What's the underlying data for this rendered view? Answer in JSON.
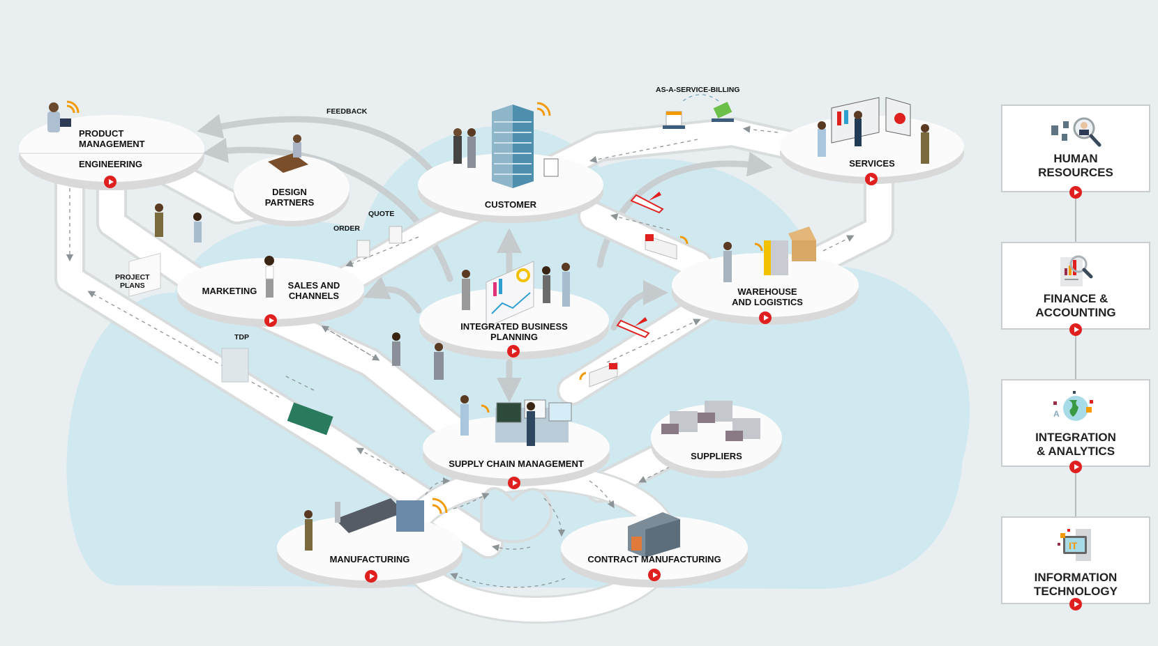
{
  "diagram": {
    "nodes": [
      {
        "id": "product-management",
        "label": "PRODUCT\nMANAGEMENT",
        "sublabel": "ENGINEERING"
      },
      {
        "id": "design-partners",
        "label": "DESIGN\nPARTNERS"
      },
      {
        "id": "customer",
        "label": "CUSTOMER"
      },
      {
        "id": "services",
        "label": "SERVICES"
      },
      {
        "id": "marketing",
        "label": "MARKETING"
      },
      {
        "id": "sales-and-channels",
        "label": "SALES AND\nCHANNELS"
      },
      {
        "id": "integrated-business-planning",
        "label": "INTEGRATED BUSINESS\nPLANNING"
      },
      {
        "id": "warehouse-and-logistics",
        "label": "WAREHOUSE\nAND LOGISTICS"
      },
      {
        "id": "supply-chain-management",
        "label": "SUPPLY CHAIN MANAGEMENT"
      },
      {
        "id": "suppliers",
        "label": "SUPPLIERS"
      },
      {
        "id": "manufacturing",
        "label": "MANUFACTURING"
      },
      {
        "id": "contract-manufacturing",
        "label": "CONTRACT MANUFACTURING"
      }
    ],
    "flow_labels": {
      "feedback": "FEEDBACK",
      "as_a_service_billing": "AS-A-SERVICE-BILLING",
      "order": "ORDER",
      "quote": "QUOTE",
      "project_plans": "PROJECT\nPLANS",
      "tdp": "TDP"
    },
    "play_icon": "play-circle-icon"
  },
  "sidebar": {
    "items": [
      {
        "label": "HUMAN\nRESOURCES",
        "icon": "hr-search-people-icon"
      },
      {
        "label": "FINANCE &\nACCOUNTING",
        "icon": "finance-report-icon"
      },
      {
        "label": "INTEGRATION\n& ANALYTICS",
        "icon": "globe-analytics-icon"
      },
      {
        "label": "INFORMATION\nTECHNOLOGY",
        "icon": "it-server-icon"
      }
    ]
  },
  "colors": {
    "background": "#e9eef0",
    "cloud_light_blue": "#d0e8ef",
    "platform": "#fbfbfb",
    "platform_edge": "#d9d9d9",
    "road": "#ffffff",
    "accent_red": "#e0201f",
    "wifi_orange": "#f29a00",
    "text": "#111111"
  }
}
